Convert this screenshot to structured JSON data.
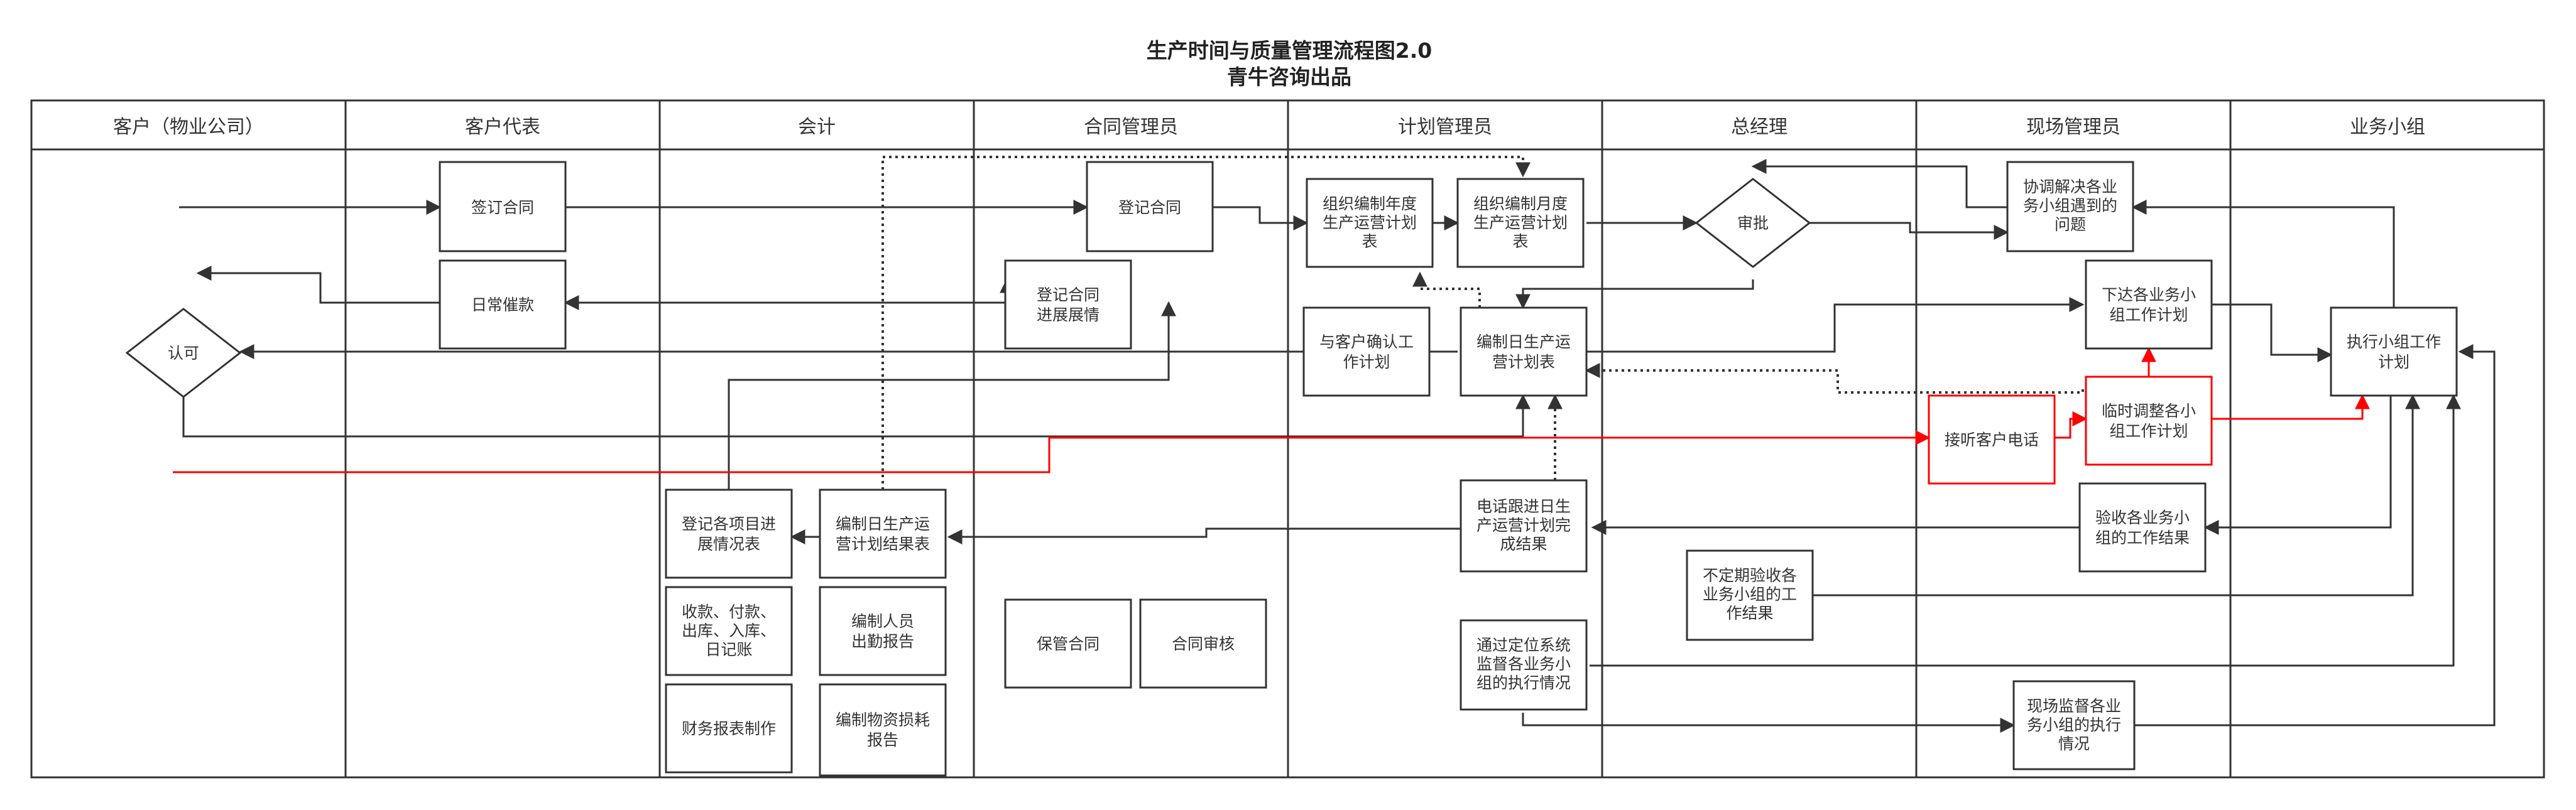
{
  "title": {
    "main": "生产时间与质量管理流程图2.0",
    "sub": "青牛咨询出品"
  },
  "colors": {
    "line": "#333333",
    "highlight": "#ff0000",
    "text": "#333333"
  },
  "lanes": [
    "客户（物业公司）",
    "客户代表",
    "会计",
    "合同管理员",
    "计划管理员",
    "总经理",
    "现场管理员",
    "业务小组"
  ],
  "nodes": {
    "sign_contract": [
      "签订合同"
    ],
    "daily_reminder": [
      "日常催款"
    ],
    "approve_customer": [
      "认可"
    ],
    "register_contract": [
      "登记合同"
    ],
    "register_progress": [
      "登记合同",
      "进展展情"
    ],
    "annual_plan": [
      "组织编制年度",
      "生产运营计划",
      "表"
    ],
    "monthly_plan": [
      "组织编制月度",
      "生产运营计划",
      "表"
    ],
    "confirm_with_customer": [
      "与客户确认工",
      "作计划"
    ],
    "daily_plan": [
      "编制日生产运",
      "营计划表"
    ],
    "gm_approve": [
      "审批"
    ],
    "coordinate_issues": [
      "协调解决各业",
      "务小组遇到的",
      "问题"
    ],
    "issue_plans": [
      "下达各业务小",
      "组工作计划"
    ],
    "answer_call": [
      "接听客户电话"
    ],
    "adjust_plans": [
      "临时调整各小",
      "组工作计划"
    ],
    "execute_plan": [
      "执行小组工作",
      "计划"
    ],
    "register_project": [
      "登记各项目进",
      "展情况表"
    ],
    "daily_result": [
      "编制日生产运",
      "营计划结果表"
    ],
    "phone_followup": [
      "电话跟进日生",
      "产运营计划完",
      "成结果"
    ],
    "accept_results": [
      "验收各业务小",
      "组的工作结果"
    ],
    "irregular_check": [
      "不定期验收各",
      "业务小组的工",
      "作结果"
    ],
    "cash_journal": [
      "收款、付款、",
      "出库、入库、",
      "日记账"
    ],
    "attendance_report": [
      "编制人员",
      "出勤报告"
    ],
    "keep_contract": [
      "保管合同"
    ],
    "audit_contract": [
      "合同审核"
    ],
    "gps_monitor": [
      "通过定位系统",
      "监督各业务小",
      "组的执行情况"
    ],
    "onsite_supervise": [
      "现场监督各业",
      "务小组的执行",
      "情况"
    ],
    "financial_report": [
      "财务报表制作"
    ],
    "material_report": [
      "编制物资损耗",
      "报告"
    ]
  }
}
